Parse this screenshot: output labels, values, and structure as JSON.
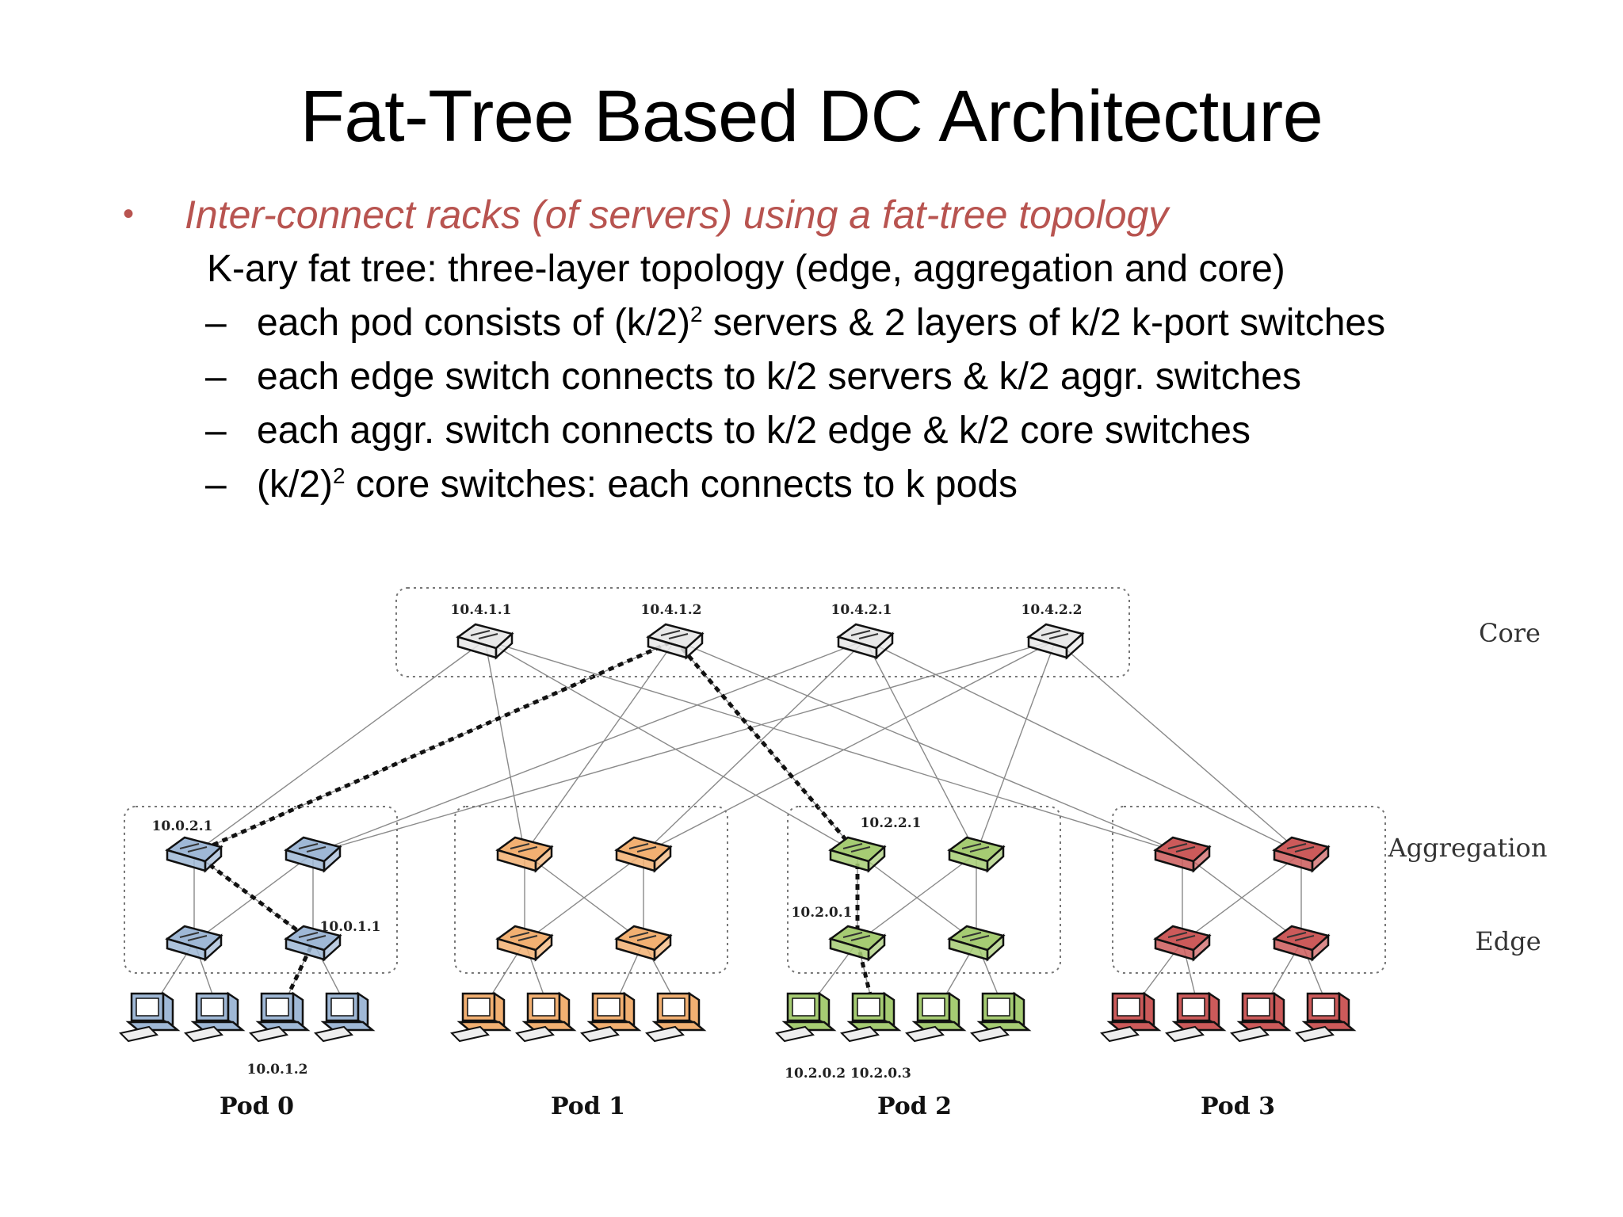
{
  "title": "Fat-Tree Based DC Architecture",
  "bullet": {
    "lead": "Inter-connect racks (of servers) using a fat-tree topology",
    "intro": "K-ary fat tree: three-layer topology (edge, aggregation and core)",
    "dash": "–",
    "items": [
      {
        "pre": "each pod consists of (k/2)",
        "sup": "2",
        "post": " servers & 2 layers of k/2 k-port switches"
      },
      {
        "pre": "each edge switch connects to k/2 servers & k/2 aggr. switches",
        "sup": "",
        "post": ""
      },
      {
        "pre": "each aggr. switch connects to k/2 edge & k/2 core switches",
        "sup": "",
        "post": ""
      },
      {
        "pre": "(k/2)",
        "sup": "2",
        "post": " core switches: each connects to k pods"
      }
    ]
  },
  "diagram": {
    "layers": {
      "core": "Core",
      "aggregation": "Aggregation",
      "edge": "Edge"
    },
    "core_switches": [
      "10.4.1.1",
      "10.4.1.2",
      "10.4.2.1",
      "10.4.2.2"
    ],
    "pods": [
      {
        "label": "Pod 0",
        "color": "#9fb8d6"
      },
      {
        "label": "Pod 1",
        "color": "#f2b072"
      },
      {
        "label": "Pod 2",
        "color": "#a6cc73"
      },
      {
        "label": "Pod 3",
        "color": "#cc5a5a"
      }
    ],
    "addresses": {
      "pod0_aggr": "10.0.2.1",
      "pod0_edge": "10.0.1.1",
      "pod0_host": "10.0.1.2",
      "pod2_aggr": "10.2.2.1",
      "pod2_edge": "10.2.0.1",
      "pod2_hosts": "10.2.0.2 10.2.0.3"
    }
  }
}
